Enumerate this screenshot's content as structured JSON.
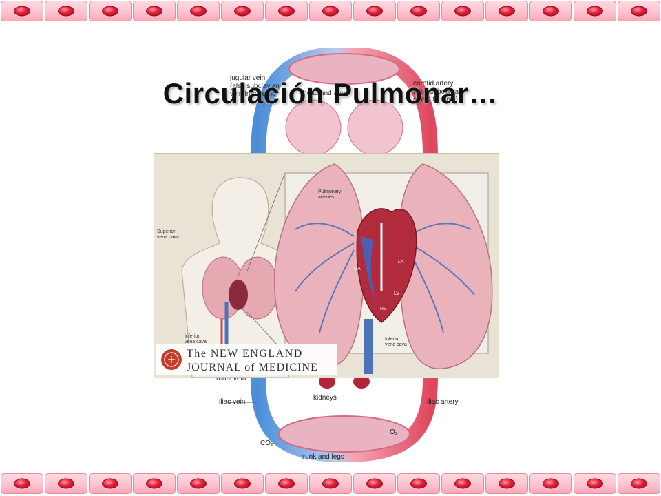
{
  "slide": {
    "title": "Circulación Pulmonar…",
    "border_cells": 15,
    "colors": {
      "border_light": "#ffc3cf",
      "border_dot": "#e11d35",
      "vein_blue": "#3a78c9",
      "artery_red": "#d8334a"
    }
  },
  "background_diagram": {
    "labels": {
      "jugular_vein": "jugular vein",
      "jugular_extra": "(also subclavian\nvein from arms)",
      "carotid_artery": "carotid artery",
      "carotid_extra": "(also subclavian\nartery to arms)",
      "head_arms": "head and arms",
      "renal_vein": "renal vein",
      "kidneys": "kidneys",
      "iliac_vein": "iliac vein",
      "iliac_artery": "iliac artery",
      "co2": "CO₂",
      "o2": "O₂",
      "trunk_legs": "trunk and legs"
    }
  },
  "inset": {
    "labels": {
      "superior_vena_cava": "Superior\nvena cava",
      "inferior_vena_cava_left": "Inferior\nvena cava",
      "pulmonary_arteries": "Pulmonary\narteries",
      "inferior_vena_cava_right": "Inferior\nvena cava"
    },
    "chambers": {
      "ra": "RA",
      "la": "LA",
      "rv": "RV",
      "lv": "LV"
    },
    "journal": {
      "line1": "The NEW ENGLAND",
      "line2": "JOURNAL of MEDICINE"
    }
  }
}
